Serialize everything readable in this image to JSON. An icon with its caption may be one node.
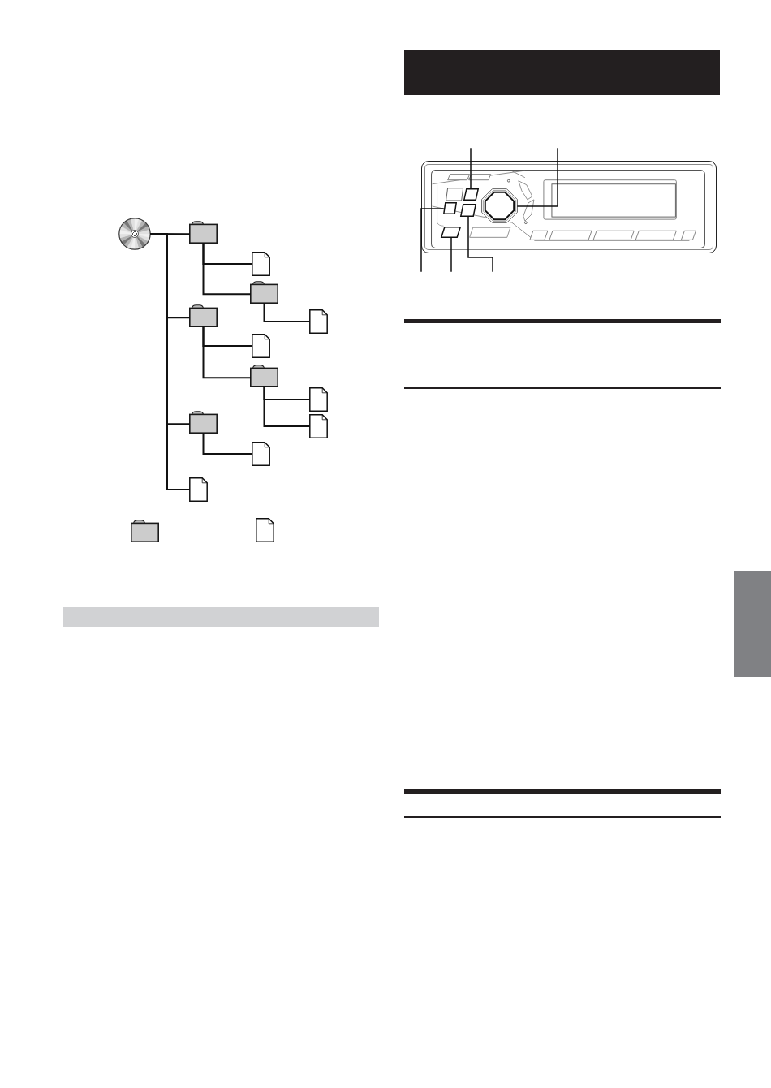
{
  "diagram": {
    "nodes": [
      {
        "text": [],
        "shape": "disc"
      },
      {
        "text": [],
        "shape": "folder"
      },
      {
        "text": [],
        "shape": "document"
      },
      {
        "text": [],
        "shape": "folder"
      },
      {
        "text": [],
        "shape": "document"
      },
      {
        "text": [],
        "shape": "folder"
      },
      {
        "text": [],
        "shape": "document"
      },
      {
        "text": [],
        "shape": "folder"
      },
      {
        "text": [],
        "shape": "document"
      },
      {
        "text": [],
        "shape": "document"
      },
      {
        "text": [],
        "shape": "folder"
      },
      {
        "text": [],
        "shape": "document"
      },
      {
        "text": [],
        "shape": "document"
      },
      {
        "text": [],
        "shape": "folder"
      },
      {
        "text": [],
        "shape": "document"
      },
      {
        "text": [],
        "shape": "bar"
      },
      {
        "text": [],
        "shape": "bar"
      },
      {
        "text": [],
        "shape": "picture"
      },
      {
        "text": [],
        "shape": "button",
        "in": 17
      },
      {
        "text": [],
        "shape": "octagon",
        "in": 17
      },
      {
        "text": [],
        "shape": "button",
        "in": 17
      },
      {
        "text": [],
        "shape": "button",
        "in": 17
      },
      {
        "text": [],
        "shape": "button",
        "in": 17
      },
      {
        "text": [],
        "shape": "bar"
      }
    ],
    "edges": [
      {
        "from": 0,
        "to": 1,
        "arrow": "none"
      },
      {
        "from": 1,
        "to": 2,
        "arrow": "none"
      },
      {
        "from": 1,
        "to": 3,
        "arrow": "none"
      },
      {
        "from": 3,
        "to": 4,
        "arrow": "none"
      },
      {
        "from": 0,
        "to": 5,
        "arrow": "none"
      },
      {
        "from": 5,
        "to": 6,
        "arrow": "none"
      },
      {
        "from": 5,
        "to": 7,
        "arrow": "none"
      },
      {
        "from": 7,
        "to": 8,
        "arrow": "none"
      },
      {
        "from": 7,
        "to": 9,
        "arrow": "none"
      },
      {
        "from": 0,
        "to": 10,
        "arrow": "none"
      },
      {
        "from": 10,
        "to": 11,
        "arrow": "none"
      },
      {
        "from": 0,
        "to": 12,
        "arrow": "none"
      },
      {
        "from": null,
        "to": 18,
        "arrow": "none"
      },
      {
        "from": null,
        "to": 19,
        "arrow": "none"
      },
      {
        "from": null,
        "to": 20,
        "arrow": "none"
      },
      {
        "from": null,
        "to": 22,
        "arrow": "none"
      },
      {
        "from": null,
        "to": 21,
        "arrow": "none"
      }
    ]
  }
}
